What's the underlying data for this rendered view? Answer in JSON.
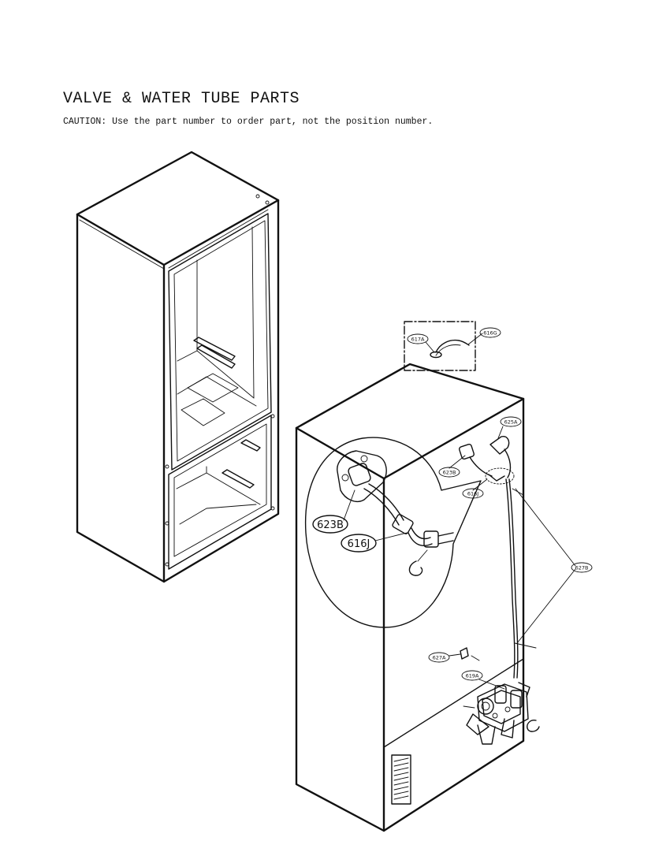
{
  "page": {
    "title": "VALVE & WATER TUBE PARTS",
    "caution": "CAUTION: Use the part number to order part, not the position number."
  },
  "callouts": {
    "c617A": "617A",
    "c616G": "616G",
    "c625A": "625A",
    "c623B": "623B",
    "c616J": "616J",
    "c627B": "627B",
    "c627A": "627A",
    "c619A": "619A"
  },
  "detail_labels": {
    "d623B": "623B",
    "d616J": "616J"
  }
}
